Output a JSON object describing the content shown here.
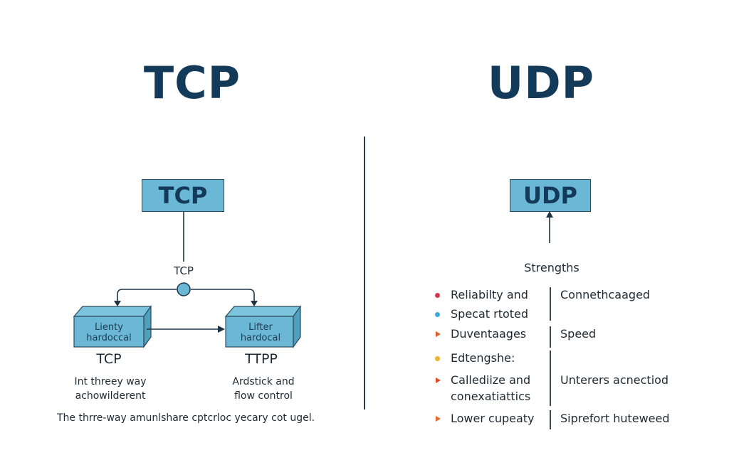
{
  "tcp": {
    "title": "TCP",
    "box_label": "TCP",
    "mid_label": "TCP",
    "left_node": {
      "text_line1": "Lienty",
      "text_line2": "hardoccal",
      "label": "TCP",
      "desc_line1": "Int threey way",
      "desc_line2": "achowilderent"
    },
    "right_node": {
      "text_line1": "Lifter",
      "text_line2": "hardocal",
      "label": "TTPP",
      "desc_line1": "Ardstick and",
      "desc_line2": "flow control"
    },
    "footer": "The thrre-way amunlshare cptcrloc yecary cot ugel."
  },
  "udp": {
    "title": "UDP",
    "box_label": "UDP",
    "strengths_label": "Strengths",
    "rows": [
      {
        "bullet": "dot",
        "color": "#d4374f",
        "left": "Reliabilty and",
        "right": "Connethcaaged"
      },
      {
        "bullet": "dot",
        "color": "#3aa8d8",
        "left": "Specat rtoted",
        "right": ""
      },
      {
        "bullet": "triangle",
        "color": "#e0592a",
        "left": "Duventaages",
        "right": "Speed"
      },
      {
        "bullet": "dot",
        "color": "#f0b12a",
        "left": "Edtengshe:",
        "right": ""
      },
      {
        "bullet": "triangle",
        "color": "#e04a2a",
        "left": "Callediize and",
        "right": "Unterers acnectiod"
      },
      {
        "bullet": "none",
        "color": "",
        "left": "conexatiattics",
        "right": ""
      },
      {
        "bullet": "triangle",
        "color": "#e86a2a",
        "left": "Lower cupeaty",
        "right": "Siprefort huteweed"
      }
    ]
  },
  "colors": {
    "title": "#143a5a",
    "box_fill": "#6ab8d6",
    "line": "#1e3344"
  }
}
